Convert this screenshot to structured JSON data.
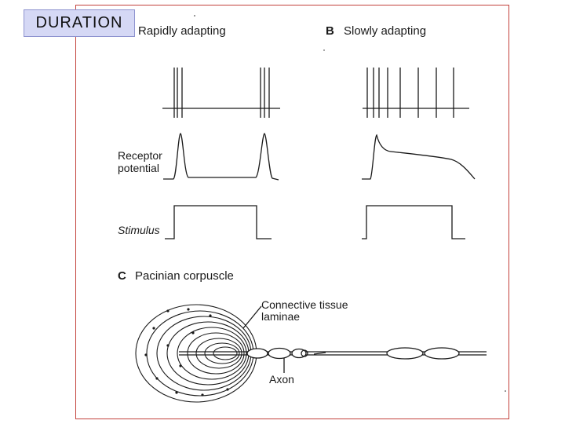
{
  "badge": "DURATION",
  "panels": {
    "a": {
      "title": "Rapidly adapting"
    },
    "b": {
      "letter": "B",
      "title": "Slowly adapting"
    },
    "c": {
      "letter": "C",
      "title": "Pacinian corpuscle"
    }
  },
  "row_labels": {
    "receptor_line1": "Receptor",
    "receptor_line2": "potential",
    "stimulus": "Stimulus"
  },
  "annotations": {
    "laminae_line1": "Connective tissue",
    "laminae_line2": "laminae",
    "axon": "Axon"
  },
  "colors": {
    "ink": "#1a1a1a",
    "frame": "#c2413b",
    "badge_fill": "#d5d8f5",
    "badge_border": "#8e93cf"
  }
}
